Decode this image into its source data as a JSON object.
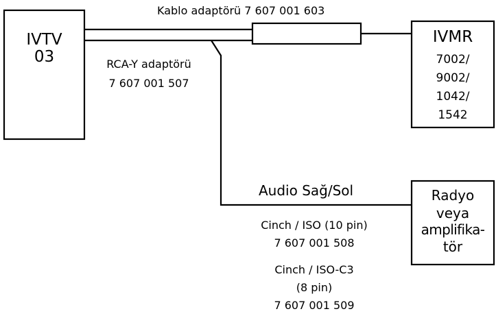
{
  "colors": {
    "stroke": "#000000",
    "background": "#ffffff",
    "text": "#000000"
  },
  "devices": {
    "ivtv": {
      "line1": "IVTV",
      "line2": "03"
    },
    "ivmr": {
      "line1": "IVMR",
      "line2": "7002/",
      "line3": "9002/",
      "line4": "1042/",
      "line5": "1542"
    },
    "radio": {
      "line1": "Radyo",
      "line2": "veya",
      "line3": "amplifika-",
      "line4": "tör"
    }
  },
  "labels": {
    "cable_adapter": "Kablo adaptörü 7 607 001 603",
    "rca_name": "RCA-Y adaptörü",
    "rca_part": "7 607 001 507",
    "audio": "Audio Sağ/Sol",
    "cinch_iso_name": "Cinch / ISO (10 pin)",
    "cinch_iso_part": "7 607 001 508",
    "cinch_c3_name": "Cinch / ISO-C3",
    "cinch_c3_pin": "(8 pin)",
    "cinch_c3_part": "7 607 001 509"
  }
}
